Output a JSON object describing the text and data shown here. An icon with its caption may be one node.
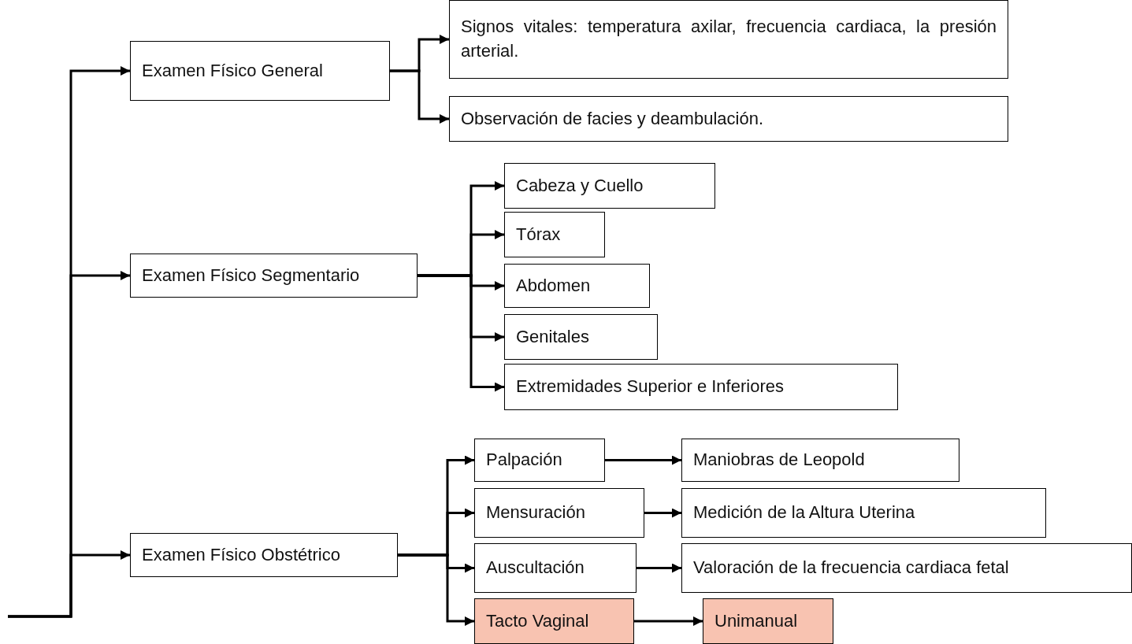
{
  "diagram": {
    "nodes": [
      {
        "text": [
          "Examen Físico General"
        ]
      },
      {
        "text": [
          "Signos vitales: temperatura axilar, frecuencia cardiaca, la presión arterial."
        ]
      },
      {
        "text": [
          "Observación de facies y deambulación."
        ]
      },
      {
        "text": [
          "Examen Físico Segmentario"
        ]
      },
      {
        "text": [
          "Cabeza y Cuello"
        ]
      },
      {
        "text": [
          "Tórax"
        ]
      },
      {
        "text": [
          "Abdomen"
        ]
      },
      {
        "text": [
          "Genitales"
        ]
      },
      {
        "text": [
          "Extremidades Superior e Inferiores"
        ]
      },
      {
        "text": [
          "Examen Físico Obstétrico"
        ]
      },
      {
        "text": [
          "Palpación"
        ]
      },
      {
        "text": [
          "Maniobras de Leopold"
        ]
      },
      {
        "text": [
          "Mensuración"
        ]
      },
      {
        "text": [
          "Medición de la Altura Uterina"
        ]
      },
      {
        "text": [
          "Auscultación"
        ]
      },
      {
        "text": [
          "Valoración de la frecuencia cardiaca fetal"
        ]
      },
      {
        "text": [
          "Tacto Vaginal"
        ]
      },
      {
        "text": [
          "Unimanual"
        ]
      }
    ],
    "edges": [
      {
        "from": null,
        "to": 0,
        "arrow": "to"
      },
      {
        "from": null,
        "to": 3,
        "arrow": "to"
      },
      {
        "from": null,
        "to": 9,
        "arrow": "to"
      },
      {
        "from": 0,
        "to": 1,
        "arrow": "to"
      },
      {
        "from": 0,
        "to": 2,
        "arrow": "to"
      },
      {
        "from": 3,
        "to": 4,
        "arrow": "to"
      },
      {
        "from": 3,
        "to": 5,
        "arrow": "to"
      },
      {
        "from": 3,
        "to": 6,
        "arrow": "to"
      },
      {
        "from": 3,
        "to": 7,
        "arrow": "to"
      },
      {
        "from": 3,
        "to": 8,
        "arrow": "to"
      },
      {
        "from": 9,
        "to": 10,
        "arrow": "to"
      },
      {
        "from": 9,
        "to": 12,
        "arrow": "to"
      },
      {
        "from": 9,
        "to": 14,
        "arrow": "to"
      },
      {
        "from": 9,
        "to": 16,
        "arrow": "to"
      },
      {
        "from": 10,
        "to": 11,
        "arrow": "to"
      },
      {
        "from": 12,
        "to": 13,
        "arrow": "to"
      },
      {
        "from": 14,
        "to": 15,
        "arrow": "to"
      },
      {
        "from": 16,
        "to": 17,
        "arrow": "to"
      }
    ]
  }
}
